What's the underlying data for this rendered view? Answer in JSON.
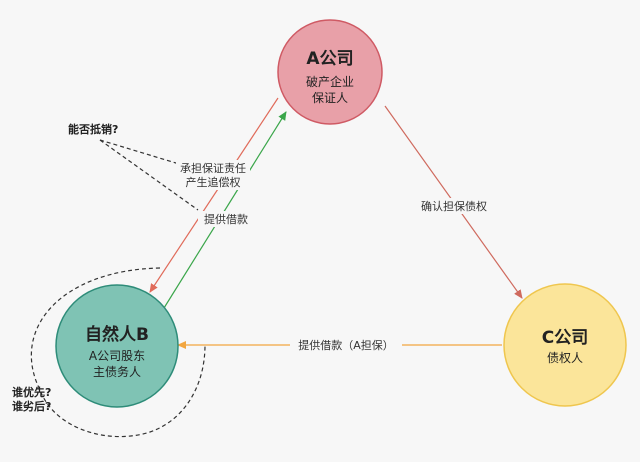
{
  "nodes": {
    "a": {
      "title": "A公司",
      "line1": "破产企业",
      "line2": "保证人"
    },
    "b": {
      "title": "自然人B",
      "line1": "A公司股东",
      "line2": "主债务人"
    },
    "c": {
      "title": "C公司",
      "line1": "债权人"
    }
  },
  "edges": {
    "a_to_b_line1": "承担保证责任",
    "a_to_b_line2": "产生追偿权",
    "b_to_a": "提供借款",
    "a_to_c": "确认担保债权",
    "c_to_b": "提供借款（A担保）"
  },
  "notes": {
    "offset": "能否抵销?",
    "priority_line1": "谁优先?",
    "priority_line2": "谁劣后?"
  },
  "colors": {
    "node_a_fill": "#e8a0a8",
    "node_a_stroke": "#cf5a64",
    "node_b_fill": "#7fc3b4",
    "node_b_stroke": "#2e8c79",
    "node_c_fill": "#fbe59a",
    "node_c_stroke": "#efc64e",
    "arrow_red": "#e06b5a",
    "arrow_green": "#3aa64a",
    "arrow_orange": "#f2a640",
    "arrow_a_to_c": "#cf6a5e"
  }
}
